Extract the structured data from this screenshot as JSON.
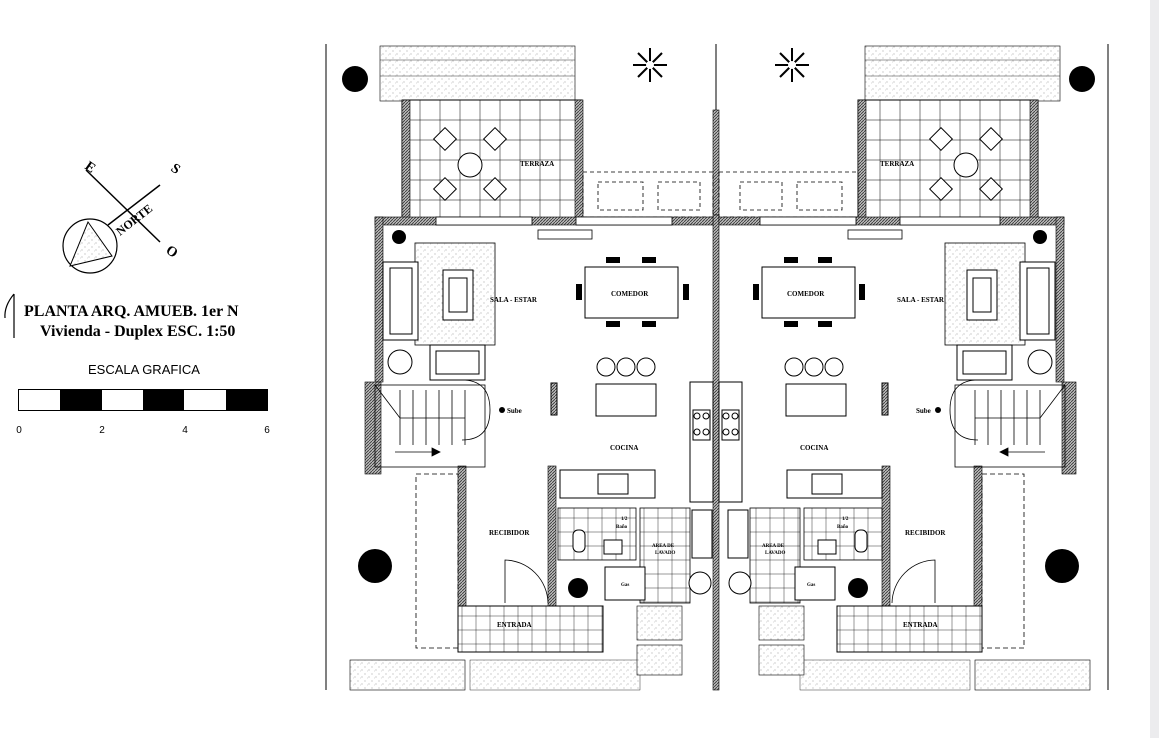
{
  "title": {
    "line1": "PLANTA ARQ. AMUEB. 1er N",
    "line2": "Vivienda - Duplex   ESC. 1:50"
  },
  "compass": {
    "north": "NORTE",
    "east": "E",
    "south": "S",
    "west": "O"
  },
  "scale": {
    "label": "ESCALA GRAFICA",
    "ticks": [
      "0",
      "2",
      "4",
      "6"
    ],
    "segment_pattern": [
      "white",
      "dark",
      "white",
      "dark",
      "white",
      "dark"
    ]
  },
  "rooms": {
    "terraza": "TERRAZA",
    "sala": "SALA - ESTAR",
    "comedor": "COMEDOR",
    "cocina": "COCINA",
    "recibidor": "RECIBIDOR",
    "entrada": "ENTRADA",
    "sube": "Sube",
    "bano_a": "1/2",
    "bano_b": "Baño",
    "lavado_a": "AREA DE",
    "lavado_b": "LAVADO",
    "gas": "Gas"
  },
  "colors": {
    "line": "#000000",
    "wall_hatch": "#555555",
    "paving": "#e9e9e9"
  }
}
